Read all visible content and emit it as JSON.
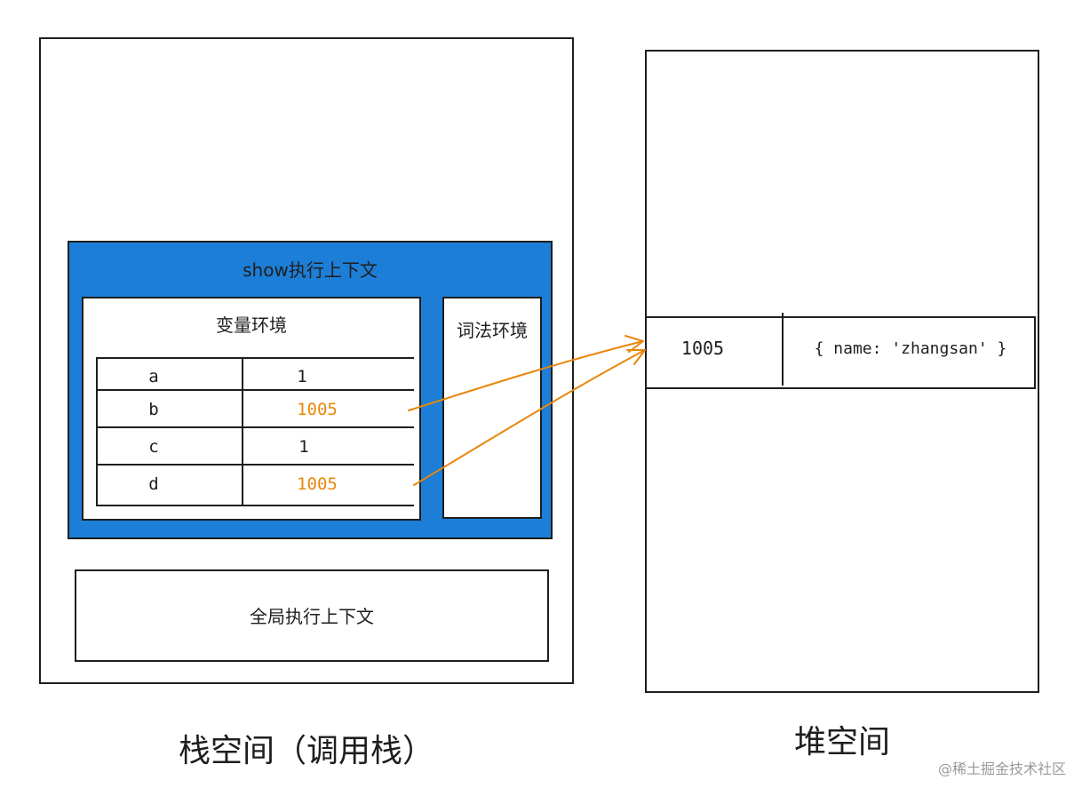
{
  "stack_space": {
    "label": "栈空间（调用栈）",
    "show_context": {
      "title": "show执行上下文",
      "variable_environment": {
        "title": "变量环境",
        "rows": [
          {
            "name": "a",
            "value": "1",
            "highlight": false
          },
          {
            "name": "b",
            "value": "1005",
            "highlight": true
          },
          {
            "name": "c",
            "value": "1",
            "highlight": false
          },
          {
            "name": "d",
            "value": "1005",
            "highlight": true
          }
        ]
      },
      "lexical_environment": {
        "title": "词法环境"
      }
    },
    "global_context": {
      "title": "全局执行上下文"
    }
  },
  "heap_space": {
    "label": "堆空间",
    "entry": {
      "address": "1005",
      "value": "{ name: 'zhangsan' }"
    }
  },
  "watermark": "@稀土掘金技术社区",
  "colors": {
    "context_fill": "#1c7ed6",
    "highlight": "#e8870a",
    "stroke": "#1e1e1e"
  }
}
